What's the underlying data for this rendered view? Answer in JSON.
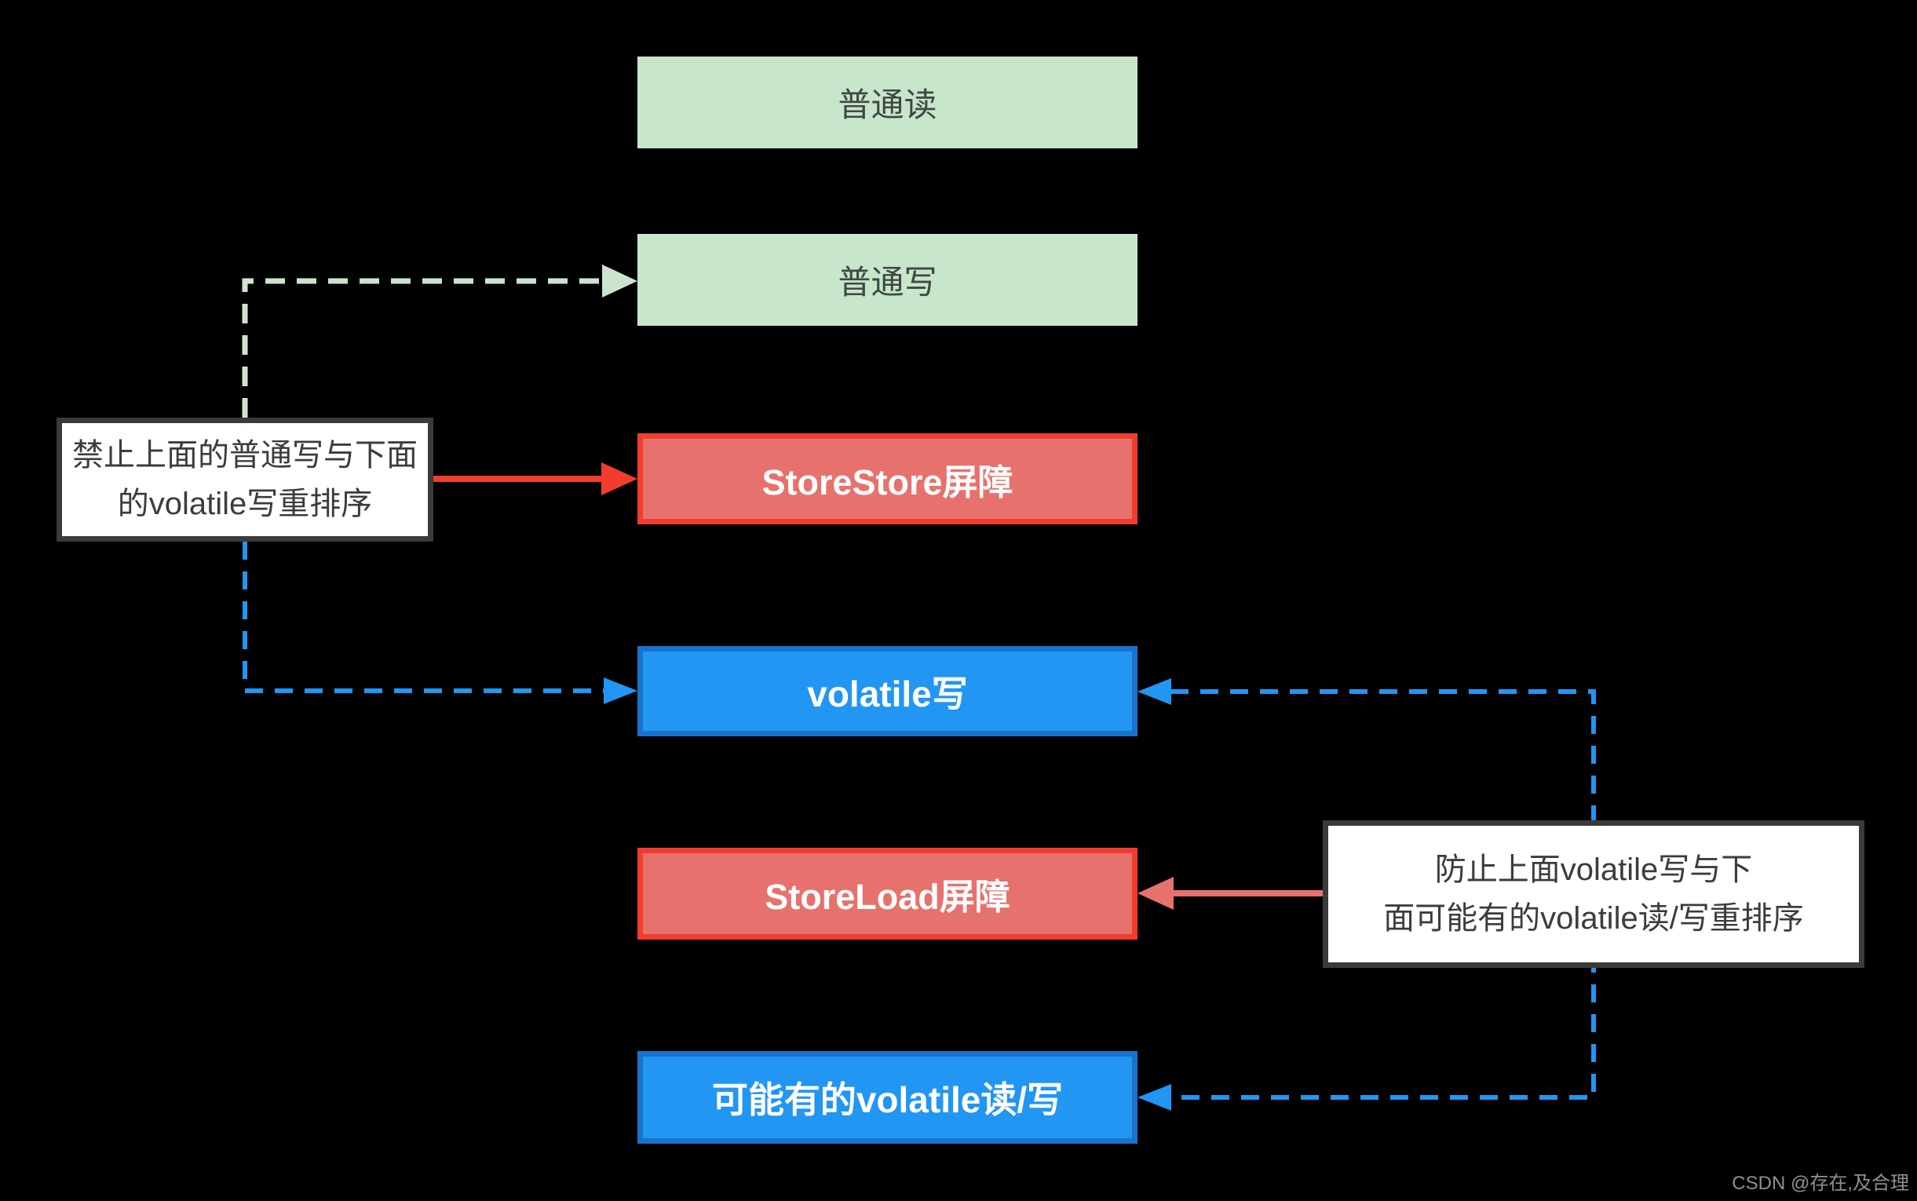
{
  "diagram": {
    "description": "volatile write memory barrier insertion diagram",
    "nodes": [
      {
        "id": "normal-read",
        "label": "普通读",
        "type": "normal"
      },
      {
        "id": "normal-write",
        "label": "普通写",
        "type": "normal"
      },
      {
        "id": "storestore",
        "label": "StoreStore屏障",
        "type": "barrier"
      },
      {
        "id": "volatile-write",
        "label": "volatile写",
        "type": "volatile"
      },
      {
        "id": "storeload",
        "label": "StoreLoad屏障",
        "type": "barrier"
      },
      {
        "id": "possible-vrw",
        "label": "可能有的volatile读/写",
        "type": "volatile"
      }
    ],
    "annotations": [
      {
        "id": "note-left",
        "line1": "禁止上面的普通写与下面",
        "line2": "的volatile写重排序",
        "text": "禁止上面的普通写与下面的volatile写重排序"
      },
      {
        "id": "note-right",
        "line1": "防止上面volatile写与下",
        "line2": "面可能有的volatile读/写重排序",
        "text": "防止上面volatile写与下面可能有的volatile读/写重排序"
      }
    ],
    "colors": {
      "background": "#000000",
      "normal_fill": "#c8e6c9",
      "normal_text": "#3f4845",
      "barrier_fill": "#e7726d",
      "barrier_border": "#f23d2e",
      "volatile_fill": "#2196f3",
      "volatile_border": "#1873cc",
      "annotation_border": "#3a3a3a",
      "green_dash": "#cde4cc",
      "blue_dash": "#2196f3",
      "red_arrow_left": "#f23d2e",
      "red_arrow_right": "#e7726d",
      "watermark_text_color": "#8f8f8f"
    },
    "watermark": "CSDN @存在,及合理"
  }
}
